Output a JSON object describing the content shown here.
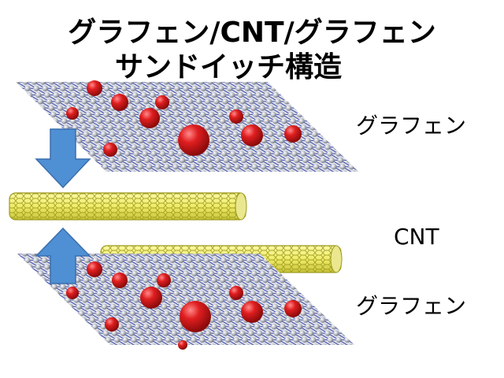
{
  "title": {
    "line1": "グラフェン/CNT/グラフェン",
    "line2": "サンドイッチ構造"
  },
  "labels": {
    "top_layer": "グラフェン",
    "middle_layer": "CNT",
    "bottom_layer": "グラフェン"
  },
  "colors": {
    "graphene_atom": "#b9bcc4",
    "graphene_bond": "#3a4aa8",
    "adatom": "#d21416",
    "nanotube": "#f0ec6a",
    "nanotube_line": "#9c9a1c",
    "arrow": "#4f8fd3"
  },
  "icons": {
    "top_arrow": "arrow-down-icon",
    "bottom_arrow": "arrow-up-icon"
  }
}
